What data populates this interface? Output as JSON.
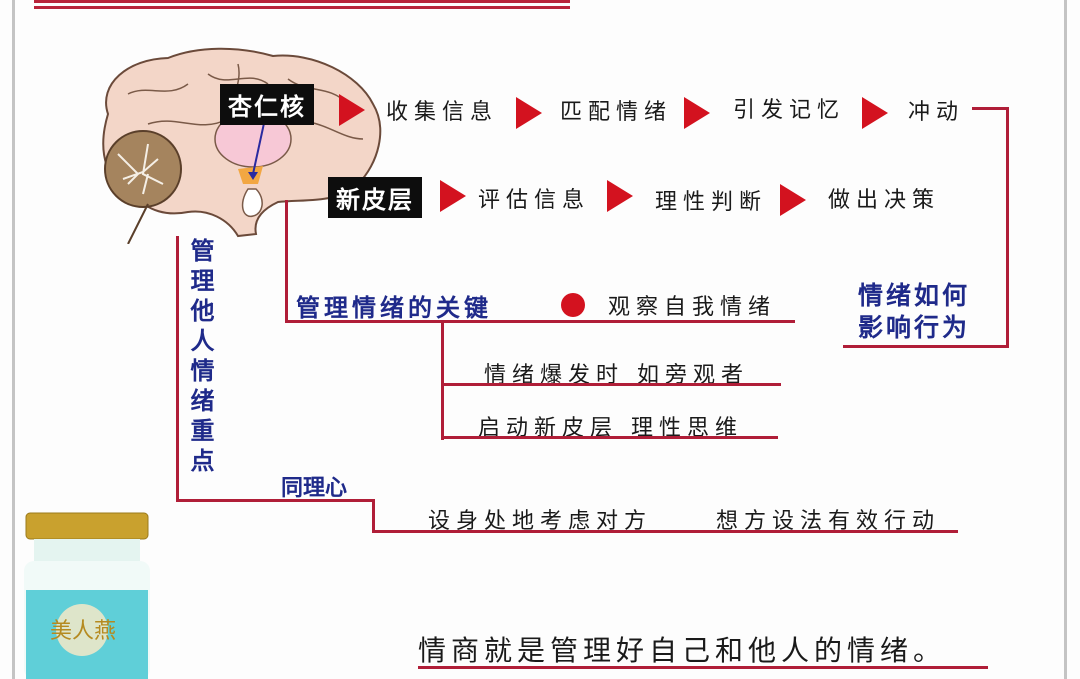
{
  "colors": {
    "accent_red": "#d3121f",
    "line_red": "#b01e38",
    "title_blue": "#1f2a8a",
    "tag_black": "#0d0d0d"
  },
  "brain": {
    "amygdala_label": "杏仁核",
    "neocortex_label": "新皮层"
  },
  "amygdala_flow": [
    "收集信息",
    "匹配情绪",
    "引发记忆",
    "冲动"
  ],
  "neocortex_flow": [
    "评估信息",
    "理性判断",
    "做出决策"
  ],
  "emotion_behavior": {
    "title_line1": "情绪如何",
    "title_line2": "影响行为"
  },
  "manage_key": {
    "title": "管理情绪的关键",
    "bullet_item": "观察自我情绪",
    "sub_items": [
      "情绪爆发时 如旁观者",
      "启动新皮层 理性思维"
    ]
  },
  "others": {
    "vertical_title": "管理他人情绪重点",
    "empathy_title": "同理心",
    "empathy_items": [
      "设身处地考虑对方",
      "想方设法有效行动"
    ]
  },
  "conclusion": "情商就是管理好自己和他人的情绪。",
  "product": {
    "brand": "美人燕",
    "icons": [
      "jar-image"
    ]
  }
}
